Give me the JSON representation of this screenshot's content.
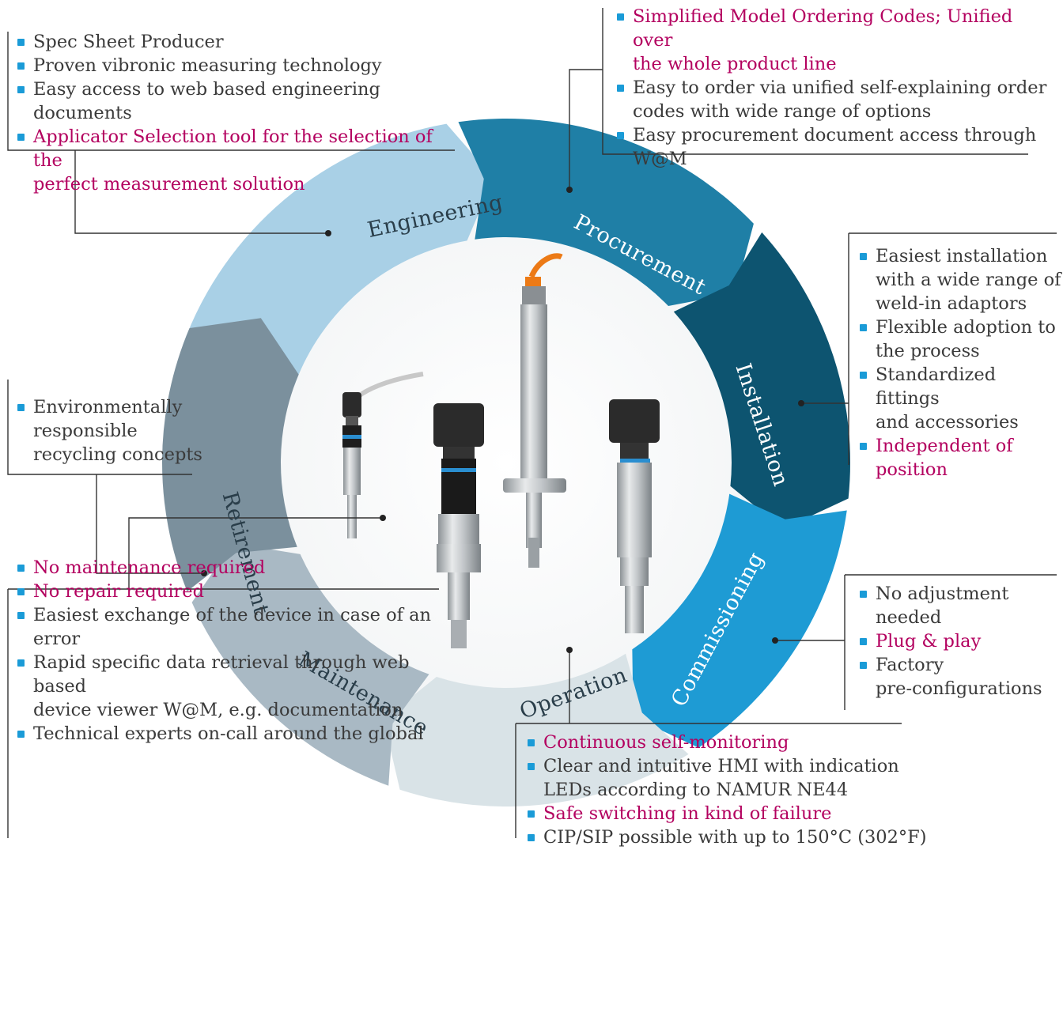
{
  "diagram": {
    "phases": [
      {
        "id": "engineering",
        "label": "Engineering",
        "color": "#a9d0e6",
        "text_color": "#2a3e4a"
      },
      {
        "id": "procurement",
        "label": "Procurement",
        "color": "#1f7fa6",
        "text_color": "#ffffff"
      },
      {
        "id": "installation",
        "label": "Installation",
        "color": "#0d5470",
        "text_color": "#ffffff"
      },
      {
        "id": "commissioning",
        "label": "Commissioning",
        "color": "#1e9bd4",
        "text_color": "#ffffff"
      },
      {
        "id": "operation",
        "label": "Operation",
        "color": "#d9e3e7",
        "text_color": "#2a3e4a"
      },
      {
        "id": "maintenance",
        "label": "Maintenance",
        "color": "#a9b9c4",
        "text_color": "#2a3e4a"
      },
      {
        "id": "retirement",
        "label": "Retirement",
        "color": "#7b909d",
        "text_color": "#2a3e4a"
      }
    ]
  },
  "boxes": {
    "engineering": {
      "items": [
        {
          "text": "Spec Sheet Producer",
          "highlight": false
        },
        {
          "text": "Proven vibronic measuring technology",
          "highlight": false
        },
        {
          "text": "Easy access to web based engineering documents",
          "highlight": false
        },
        {
          "text": "Applicator Selection tool for the selection of the",
          "highlight": true
        },
        {
          "text": "perfect measurement solution",
          "highlight": true,
          "continuation": true
        }
      ]
    },
    "procurement": {
      "items": [
        {
          "text": "Simplified Model Ordering Codes; Unified over",
          "highlight": true
        },
        {
          "text": "the whole product line",
          "highlight": true,
          "continuation": true
        },
        {
          "text": "Easy to order via unified self-explaining order",
          "highlight": false
        },
        {
          "text": "codes with wide range of options",
          "highlight": false,
          "continuation": true
        },
        {
          "text": "Easy procurement document access through",
          "highlight": false
        },
        {
          "text": "W@M",
          "highlight": false,
          "continuation": true
        }
      ]
    },
    "installation": {
      "items": [
        {
          "text": "Easiest installation",
          "highlight": false
        },
        {
          "text": "with a wide range of",
          "highlight": false,
          "continuation": true
        },
        {
          "text": "weld-in adaptors",
          "highlight": false,
          "continuation": true
        },
        {
          "text": "Flexible adoption to",
          "highlight": false
        },
        {
          "text": "the process",
          "highlight": false,
          "continuation": true
        },
        {
          "text": "Standardized fittings",
          "highlight": false
        },
        {
          "text": "and accessories",
          "highlight": false,
          "continuation": true
        },
        {
          "text": "Independent of",
          "highlight": true
        },
        {
          "text": "position",
          "highlight": true,
          "continuation": true
        }
      ]
    },
    "commissioning": {
      "items": [
        {
          "text": "No adjustment",
          "highlight": false
        },
        {
          "text": "needed",
          "highlight": false,
          "continuation": true
        },
        {
          "text": "Plug & play",
          "highlight": true
        },
        {
          "text": "Factory",
          "highlight": false
        },
        {
          "text": "pre-configurations",
          "highlight": false,
          "continuation": true
        }
      ]
    },
    "retirement": {
      "items": [
        {
          "text": "Environmentally",
          "highlight": false
        },
        {
          "text": "responsible",
          "highlight": false,
          "continuation": true
        },
        {
          "text": "recycling concepts",
          "highlight": false,
          "continuation": true
        }
      ]
    },
    "maintenance": {
      "items": [
        {
          "text": "No maintenance required",
          "highlight": true
        },
        {
          "text": "No repair required",
          "highlight": true
        },
        {
          "text": "Easiest exchange of the device in case of an",
          "highlight": false
        },
        {
          "text": "error",
          "highlight": false,
          "continuation": true
        },
        {
          "text": "Rapid specific data retrieval through web based",
          "highlight": false
        },
        {
          "text": "device viewer W@M, e.g. documentation",
          "highlight": false,
          "continuation": true
        },
        {
          "text": "Technical experts on-call around the global",
          "highlight": false
        }
      ]
    },
    "operation": {
      "items": [
        {
          "text": "Continuous self-monitoring",
          "highlight": true
        },
        {
          "text": "Clear and intuitive HMI with indication",
          "highlight": false
        },
        {
          "text": "LEDs according to NAMUR NE44",
          "highlight": false,
          "continuation": true
        },
        {
          "text": "Safe switching in kind of failure",
          "highlight": true
        },
        {
          "text": "CIP/SIP possible with up to 150°C (302°F)",
          "highlight": false
        }
      ]
    }
  },
  "colors": {
    "bullet": "#1a9bd7",
    "highlight": "#b3005f",
    "text": "#3a3a3a",
    "connector": "#333333"
  },
  "icons": {
    "bullet": "square-bullet-icon",
    "products": "vibronic-level-switch-product-images"
  }
}
